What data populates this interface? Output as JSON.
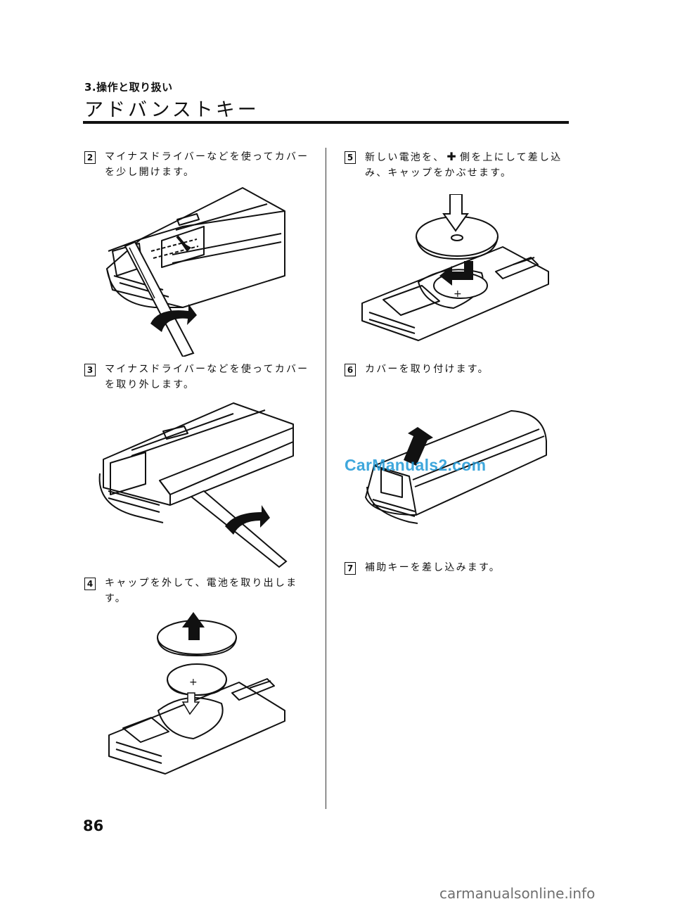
{
  "header": {
    "section": "3.操作と取り扱い",
    "title": "アドバンストキー"
  },
  "steps": [
    {
      "num": "2",
      "text": "マイナスドライバーなどを使ってカバーを少し開けます。"
    },
    {
      "num": "3",
      "text": "マイナスドライバーなどを使ってカバーを取り外します。"
    },
    {
      "num": "4",
      "text": "キャップを外して、電池を取り出します。"
    },
    {
      "num": "5",
      "text_before": "新しい電池を、",
      "text_after": "側を上にして差し込み、キャップをかぶせます。"
    },
    {
      "num": "6",
      "text": "カバーを取り付けます。"
    },
    {
      "num": "7",
      "text": "補助キーを差し込みます。"
    }
  ],
  "figures": {
    "fig2": "illustration-screwdriver-open-cover",
    "fig3": "illustration-screwdriver-remove-cover",
    "fig4": "illustration-remove-battery",
    "fig5": "illustration-insert-battery",
    "fig6": "illustration-attach-cover"
  },
  "page_number": "86",
  "watermark": "CarManuals2.com",
  "footer_watermark": "carmanualsonline.info",
  "colors": {
    "watermark": "#1e98d6",
    "footer": "#6f6f6f",
    "ink": "#111111"
  }
}
